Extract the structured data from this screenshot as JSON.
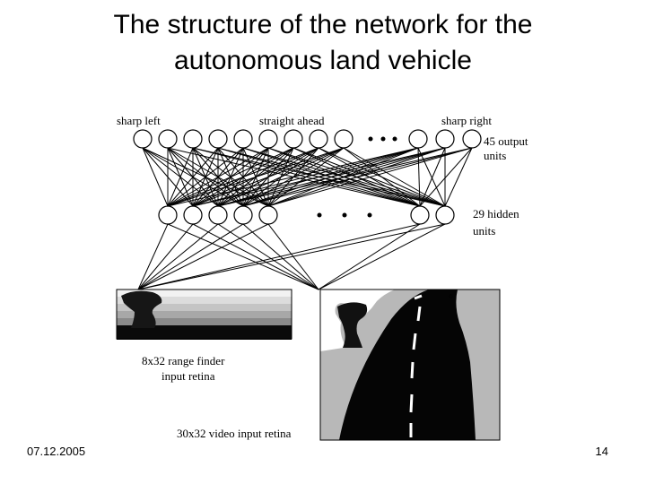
{
  "slide": {
    "title_line1": "The structure of the network for the",
    "title_line2": "autonomous land vehicle",
    "date": "07.12.2005",
    "page_number": "14"
  },
  "diagram": {
    "output_labels": {
      "left": "sharp left",
      "center": "straight ahead",
      "right": "sharp right"
    },
    "output_units_line1": "45 output",
    "output_units_line2": "units",
    "hidden_units_line1": "29 hidden",
    "hidden_units_line2": "units",
    "range_finder_line1": "8x32 range finder",
    "range_finder_line2": "input retina",
    "video_retina": "30x32 video input retina"
  }
}
